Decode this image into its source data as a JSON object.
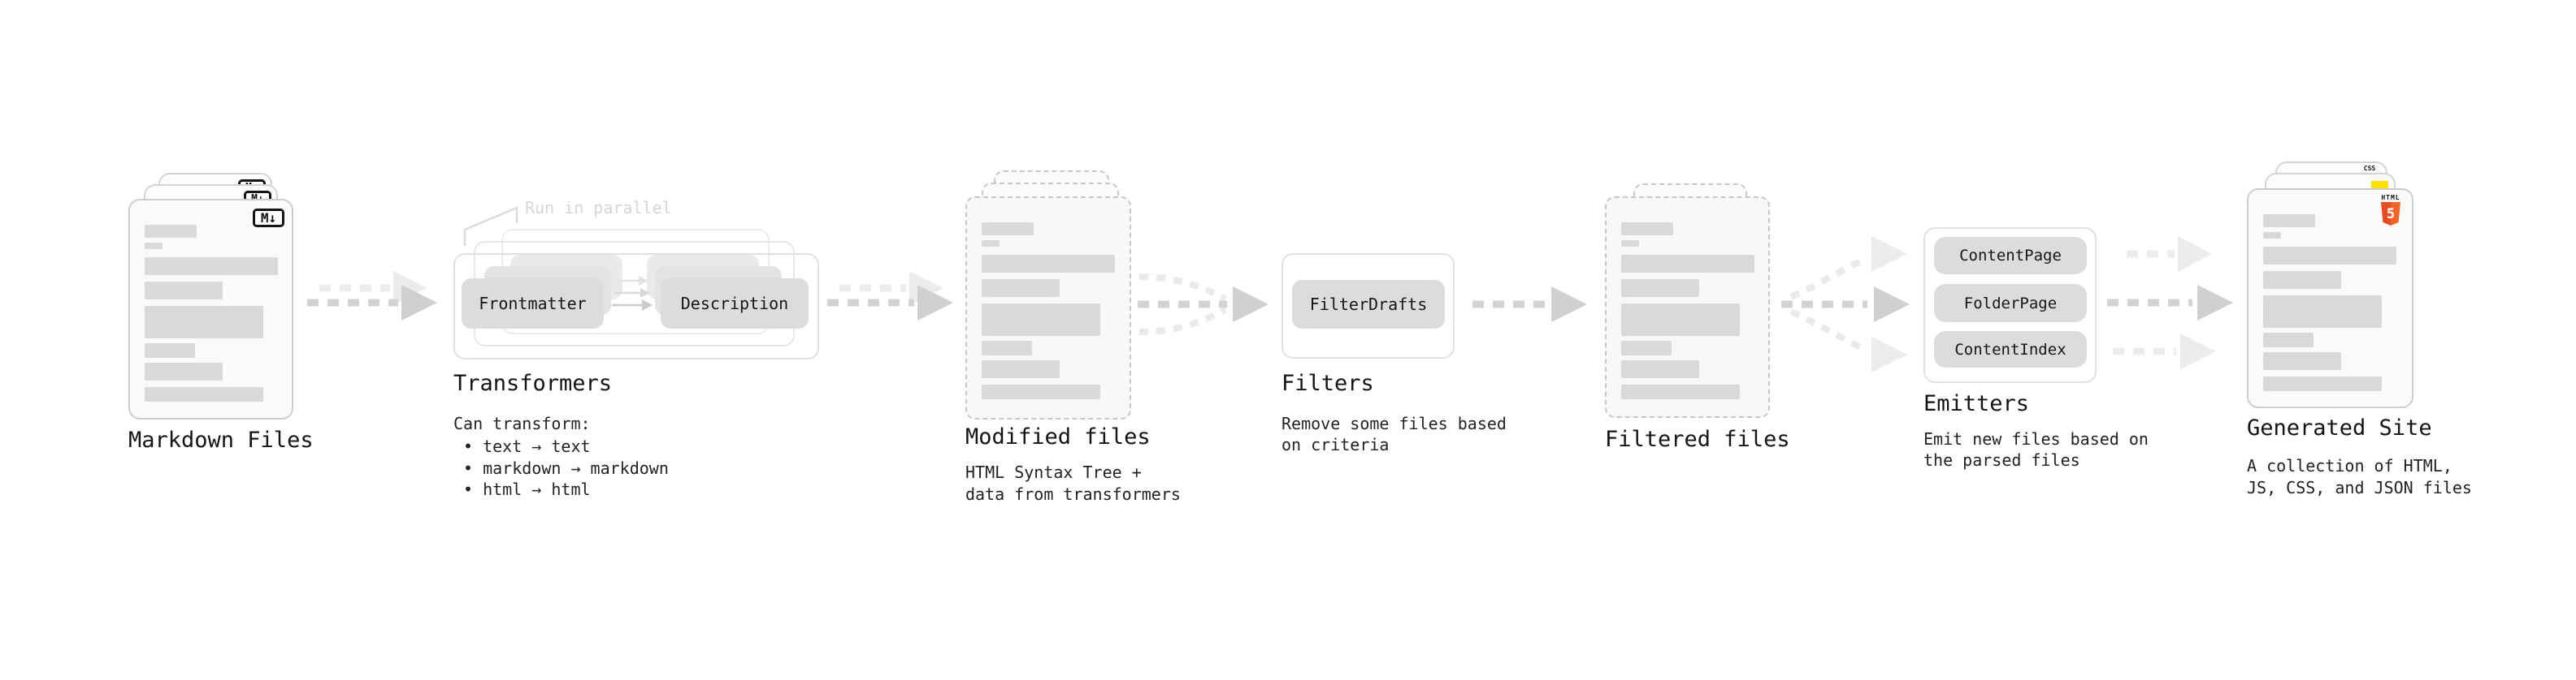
{
  "palette": {
    "background": "#ffffff",
    "doc_fill": "#fafafa",
    "doc_border": "#cdcdcd",
    "dashed_fill": "#f8f8f8",
    "dashed_border": "#c7c7c7",
    "skeleton": "#d9d9d9",
    "chip_fill": "#dcdcdc",
    "panel_border": "#e1e1e1",
    "arrow_dark": "#d3d3d3",
    "arrow_light": "#ececec",
    "note_text": "#d6d6d6",
    "title_text": "#141414",
    "body_text": "#222222",
    "html5_orange": "#e44d26",
    "html5_orange_light": "#f16529",
    "js_yellow": "#ffe10a",
    "css_blue": "#2d65f2"
  },
  "stages": {
    "markdown": {
      "label": "Markdown Files",
      "badge": "M↓"
    },
    "transformers": {
      "label": "Transformers",
      "note": "Run in parallel",
      "chip_left": "Frontmatter",
      "chip_right": "Description",
      "desc_title": "Can transform:",
      "bullets": [
        "• text → text",
        "• markdown → markdown",
        "• html → html"
      ]
    },
    "modified": {
      "label": "Modified files",
      "desc": [
        "HTML Syntax Tree +",
        "data from transformers"
      ]
    },
    "filters": {
      "label": "Filters",
      "chip": "FilterDrafts",
      "desc": [
        "Remove some files based",
        "on criteria"
      ]
    },
    "filtered": {
      "label": "Filtered files"
    },
    "emitters": {
      "label": "Emitters",
      "chips": [
        "ContentPage",
        "FolderPage",
        "ContentIndex"
      ],
      "desc": [
        "Emit new files based on",
        "the parsed files"
      ]
    },
    "generated": {
      "label": "Generated Site",
      "desc": [
        "A collection of HTML,",
        "JS, CSS, and JSON files"
      ],
      "badges": {
        "html_label": "HTML",
        "html_num": "5",
        "css": "CSS"
      }
    }
  }
}
